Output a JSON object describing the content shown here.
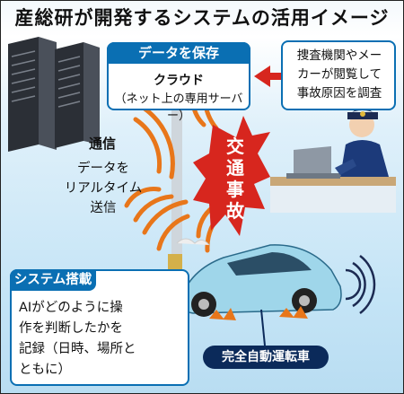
{
  "title": "産総研が開発するシステムの活用イメージ",
  "cloud": {
    "header": "データを保存",
    "line1": "クラウド",
    "line2": "（ネット上の専用サーバー）"
  },
  "investigation": {
    "lines": [
      "捜査機関やメー",
      "カーが閲覧して",
      "事故原因を調査"
    ]
  },
  "communication": {
    "label": "通信",
    "lines": [
      "データを",
      "リアルタイム",
      "送信"
    ]
  },
  "accident": {
    "lines": [
      "交",
      "通",
      "事",
      "故"
    ]
  },
  "system": {
    "header": "システム搭載",
    "lines": [
      "AIがどのように操",
      "作を判断したかを",
      "記録（日時、場所と",
      "ともに）"
    ]
  },
  "car": {
    "label": "完全自動運転車"
  },
  "colors": {
    "accent": "#0a6fb3",
    "accident_red": "#d7261e",
    "wave_orange": "#e8761a"
  }
}
